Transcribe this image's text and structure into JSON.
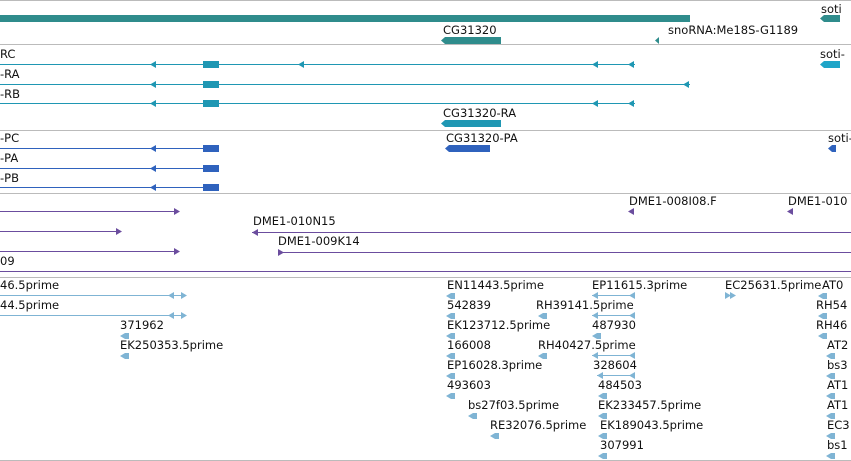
{
  "colors": {
    "gene": "#2f8c8c",
    "transcript": "#1f97b3",
    "protein": "#2f62bd",
    "clone": "#6b4d9e",
    "est": "#7fb4d4",
    "divider": "#bbbbbb"
  },
  "gene_track": {
    "labels": [
      "soti",
      "CG31320",
      "snoRNA:Me18S-G1189"
    ]
  },
  "transcript_track": {
    "labels": [
      "RC",
      "-RA",
      "-RB",
      "CG31320-RA",
      "soti-"
    ]
  },
  "protein_track": {
    "labels": [
      "-PC",
      "-PA",
      "-PB",
      "CG31320-PA",
      "soti-"
    ]
  },
  "clone_track": {
    "labels": [
      "DME1-008I08.F",
      "DME1-010",
      "DME1-010N15",
      "DME1-009K14",
      "09"
    ]
  },
  "est_track": {
    "labels": [
      "46.5prime",
      "44.5prime",
      "371962",
      "EK250353.5prime",
      "EN11443.5prime",
      "542839",
      "EK123712.5prime",
      "166008",
      "EP16028.3prime",
      "493603",
      "bs27f03.5prime",
      "RE32076.5prime",
      "EP11615.3prime",
      "RH39141.5prime",
      "487930",
      "RH40427.5prime",
      "328604",
      "484503",
      "EK233457.5prime",
      "EK189043.5prime",
      "307991",
      "EC25631.5prime",
      "AT0",
      "RH54",
      "RH46",
      "AT2",
      "bs3",
      "AT1",
      "AT1",
      "EC3",
      "bs1"
    ]
  }
}
